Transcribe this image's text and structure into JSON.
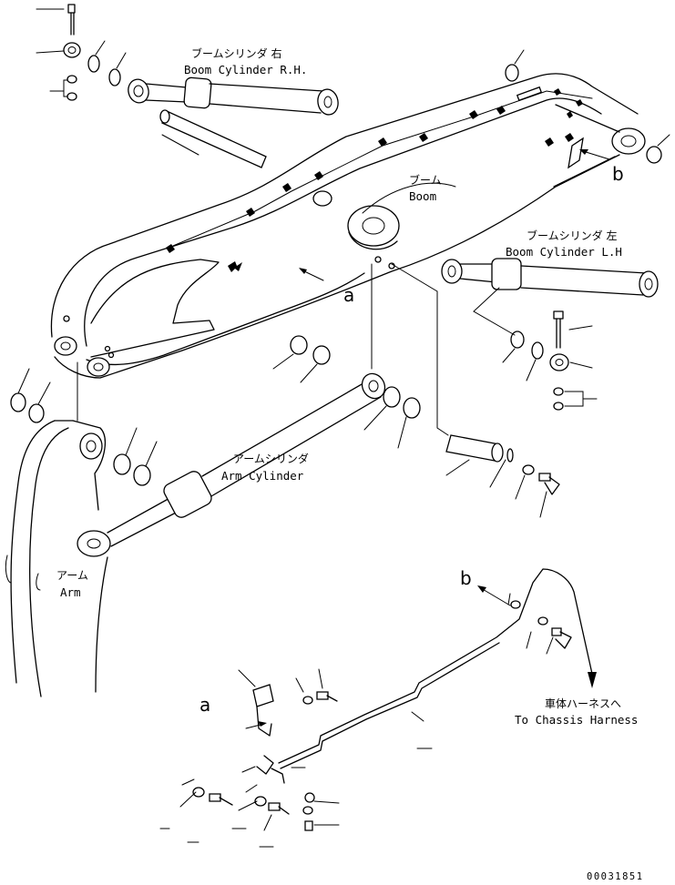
{
  "labels": {
    "boom_cyl_rh_jp": "ブームシリンダ 右",
    "boom_cyl_rh_en": "Boom Cylinder R.H.",
    "boom_jp": "ブーム",
    "boom_en": "Boom",
    "boom_cyl_lh_jp": "ブームシリンダ 左",
    "boom_cyl_lh_en": "Boom Cylinder L.H",
    "arm_cyl_jp": "アームシリンダ",
    "arm_cyl_en": "Arm Cylinder",
    "arm_jp": "アーム",
    "arm_en": "Arm",
    "harness_jp": "車体ハーネスへ",
    "harness_en": "To Chassis Harness"
  },
  "refs": {
    "a_upper": "a",
    "b_upper": "b",
    "b_lower": "b",
    "a_lower": "a"
  },
  "drawing_code": "00031851"
}
